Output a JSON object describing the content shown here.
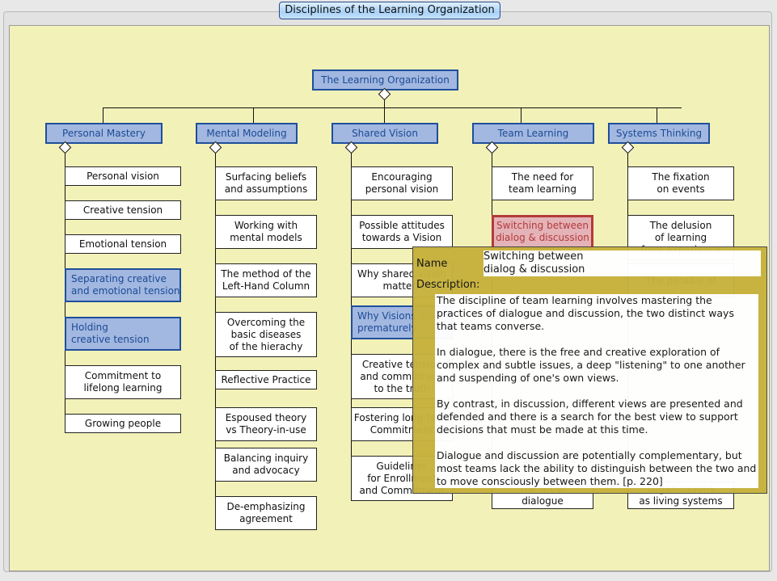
{
  "window": {
    "title": "Disciplines of the Learning Organization"
  },
  "colors": {
    "canvas": "#f2f1b8",
    "node_blue": "#a2b8e0",
    "node_selected": "#e4b3b8",
    "popup": "#c7b23d"
  },
  "root": {
    "label": "The Learning Organization"
  },
  "disciplines": [
    {
      "label": "Personal Mastery",
      "items": [
        {
          "label": "Personal vision",
          "style": "plain"
        },
        {
          "label": "Creative tension",
          "style": "plain"
        },
        {
          "label": "Emotional tension",
          "style": "plain"
        },
        {
          "label": "Separating creative\nand emotional tension",
          "style": "highlighted"
        },
        {
          "label": "Holding\ncreative tension",
          "style": "highlighted"
        },
        {
          "label": "Commitment to\nlifelong learning",
          "style": "plain"
        },
        {
          "label": "Growing people",
          "style": "plain"
        }
      ]
    },
    {
      "label": "Mental Modeling",
      "items": [
        {
          "label": "Surfacing beliefs\nand assumptions",
          "style": "plain"
        },
        {
          "label": "Working with\nmental models",
          "style": "plain"
        },
        {
          "label": "The method of the\nLeft-Hand Column",
          "style": "plain"
        },
        {
          "label": "Overcoming the\nbasic diseases\nof the hierachy",
          "style": "plain"
        },
        {
          "label": "Reflective Practice",
          "style": "plain"
        },
        {
          "label": "Espoused theory\nvs Theory-in-use",
          "style": "plain"
        },
        {
          "label": "Balancing inquiry\nand advocacy",
          "style": "plain"
        },
        {
          "label": "De-emphasizing\nagreement",
          "style": "plain"
        }
      ]
    },
    {
      "label": "Shared Vision",
      "items": [
        {
          "label": "Encouraging\npersonal vision",
          "style": "plain"
        },
        {
          "label": "Possible attitudes\ntowards a Vision",
          "style": "plain"
        },
        {
          "label": "Why shared vision\nmatters",
          "style": "plain"
        },
        {
          "label": "Why Visions die\nprematurely",
          "style": "highlighted"
        },
        {
          "label": "Creative tension\nand commitment\nto the truth",
          "style": "plain"
        },
        {
          "label": "Fostering long-term\nCommitment",
          "style": "plain"
        },
        {
          "label": "Guidelines\nfor Enrollment\nand Commitment",
          "style": "plain"
        }
      ]
    },
    {
      "label": "Team Learning",
      "items": [
        {
          "label": "The need for\nteam learning",
          "style": "plain"
        },
        {
          "label": "Switching between\ndialog & discussion",
          "style": "selected"
        },
        {
          "label": "The art of\ndialogue",
          "style": "plain"
        }
      ]
    },
    {
      "label": "Systems Thinking",
      "items": [
        {
          "label": "The fixation\non events",
          "style": "plain"
        },
        {
          "label": "The delusion\nof learning\nfrom experience",
          "style": "plain"
        },
        {
          "label": "The parable of",
          "style": "plain"
        },
        {
          "label": "Organizations\nas living systems",
          "style": "plain"
        }
      ]
    }
  ],
  "popup": {
    "name_label": "Name",
    "name_value": "Switching between\ndialog & discussion",
    "description_label": "Description:",
    "description_paragraphs": [
      "The discipline of team learning involves mastering the practices of dialogue and discussion, the two distinct ways that teams converse.",
      "In dialogue, there is the free and creative exploration of complex and subtle issues, a deep \"listening\" to one another and suspending of one's own views.",
      "By contrast, in discussion, different views are presented and defended and there is a search for the best view to support decisions that must be made at this time.",
      "Dialogue and discussion are potentially complementary, but most teams lack the ability to distinguish between the two and to move consciously between them. [p. 220]"
    ]
  }
}
